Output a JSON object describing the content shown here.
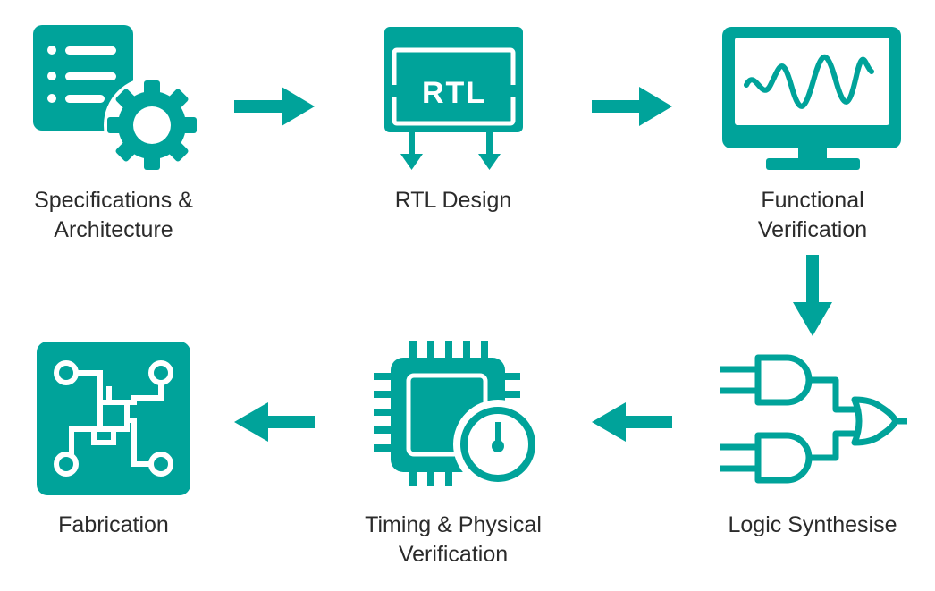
{
  "colors": {
    "accent": "#00A39A",
    "text": "#2b2b2b"
  },
  "steps": [
    {
      "icon": "document-gear-icon",
      "lines": [
        "Specifications &",
        "Architecture"
      ]
    },
    {
      "icon": "rtl-board-icon",
      "icon_text": "RTL",
      "lines": [
        "RTL Design"
      ]
    },
    {
      "icon": "monitor-waveform-icon",
      "lines": [
        "Functional",
        "Verification"
      ]
    },
    {
      "icon": "logic-gates-icon",
      "lines": [
        "Logic Synthesise"
      ]
    },
    {
      "icon": "chip-timer-icon",
      "lines": [
        "Timing & Physical",
        "Verification"
      ]
    },
    {
      "icon": "circuit-board-icon",
      "lines": [
        "Fabrication"
      ]
    }
  ]
}
